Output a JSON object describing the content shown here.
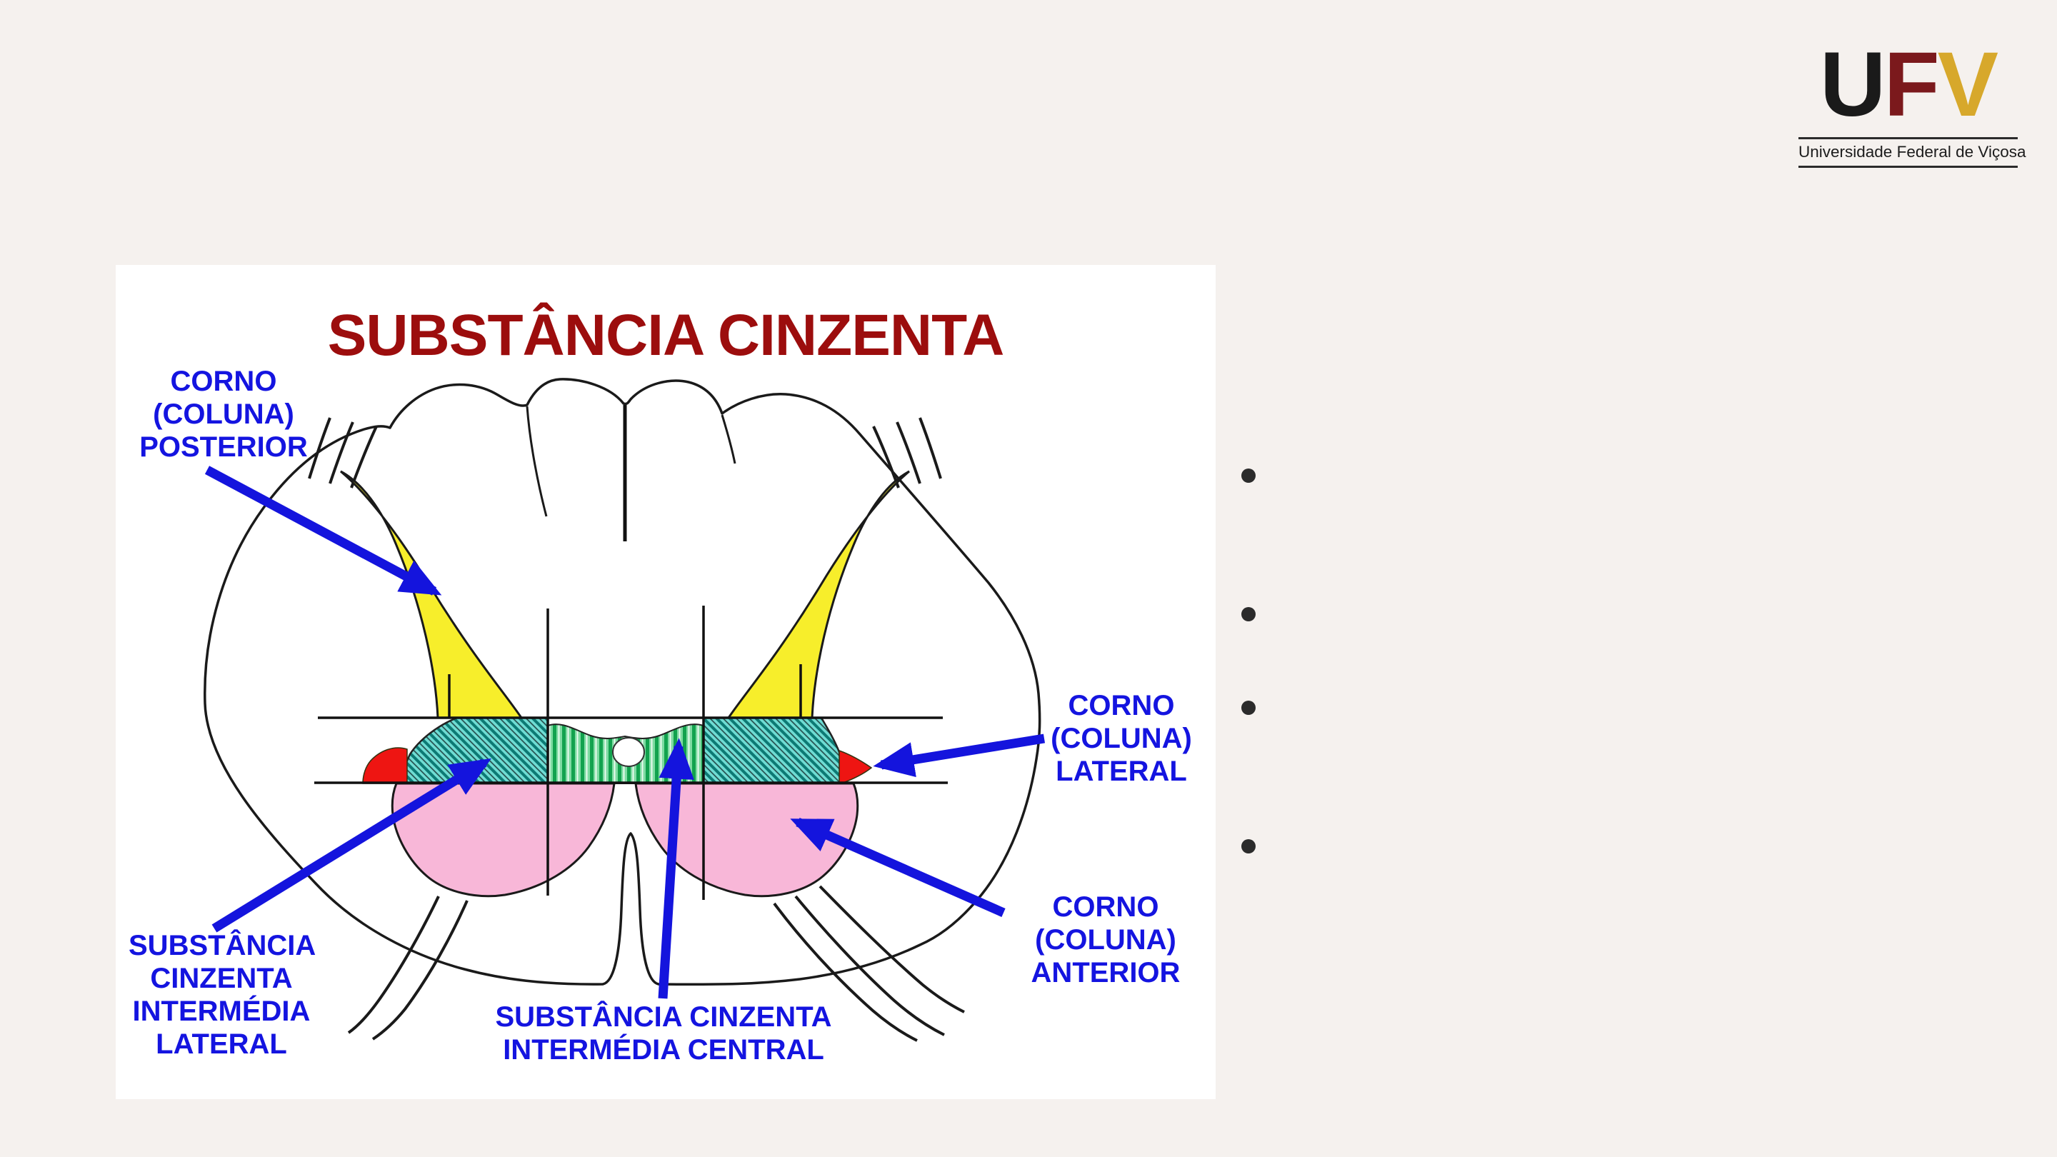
{
  "page": {
    "background_color": "#f5f1ee"
  },
  "ufv_logo": {
    "letters": [
      {
        "char": "U",
        "color": "#1a1a1a"
      },
      {
        "char": "F",
        "color": "#7b191c"
      },
      {
        "char": "V",
        "color": "#d7a82b"
      }
    ],
    "caption": "Universidade Federal de Viçosa"
  },
  "bullet_list": {
    "count": 4,
    "dot_color": "#2b2b2b",
    "items": [
      "",
      "",
      "",
      ""
    ]
  },
  "diagram": {
    "title": "SUBSTÂNCIA CINZENTA",
    "colors": {
      "title": "#9c0d0d",
      "labels": "#1414e0",
      "arrows": "#1414dd",
      "posterior_horn_yellow": "#f7ee2b",
      "intermediate_lateral_teal": "#6fdcd3",
      "intermediate_central_green": "#45c97a",
      "lateral_horn_red": "#ee1512",
      "anterior_horn_pink": "#f8b7d8",
      "outline_black": "#1a1a1a"
    },
    "labels": {
      "posterior": {
        "lines": [
          "CORNO",
          "(COLUNA)",
          "POSTERIOR"
        ]
      },
      "lateral": {
        "lines": [
          "CORNO",
          "(COLUNA)",
          "LATERAL"
        ]
      },
      "anterior": {
        "lines": [
          "CORNO",
          "(COLUNA)",
          "ANTERIOR"
        ]
      },
      "intermedia_lateral": {
        "lines": [
          "SUBSTÂNCIA",
          "CINZENTA",
          "INTERMÉDIA",
          "LATERAL"
        ]
      },
      "intermedia_central": {
        "lines": [
          "SUBSTÂNCIA CINZENTA",
          "INTERMÉDIA CENTRAL"
        ]
      }
    }
  }
}
